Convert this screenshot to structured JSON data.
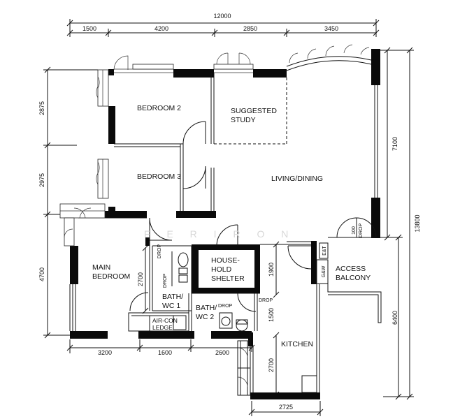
{
  "dimensions": {
    "total_width": "12000",
    "top": [
      "1500",
      "4200",
      "2850",
      "3450"
    ],
    "left": [
      "2875",
      "2975",
      "4700"
    ],
    "right_inner": "7100",
    "right_outer": "13800",
    "right_lower": "6400",
    "bottom": [
      "3200",
      "1600",
      "2600"
    ],
    "bottom_kitchen": "2725",
    "kitchen_height": "2700",
    "bath1_height": "2700",
    "shelter_height": "1900",
    "bath2_height": "1500"
  },
  "rooms": {
    "bedroom2": "BEDROOM  2",
    "study_line1": "SUGGESTED",
    "study_line2": "STUDY",
    "bedroom3": "BEDROOM  3",
    "living": "LIVING/DINING",
    "main_line1": "MAIN",
    "main_line2": "BEDROOM",
    "shelter_line1": "HOUSE-",
    "shelter_line2": "HOLD",
    "shelter_line3": "SHELTER",
    "bath1_line1": "BATH/",
    "bath1_line2": "WC  1",
    "bath2_line1": "BATH/",
    "bath2_line2": "WC  2",
    "aircon_line1": "AIR-CON",
    "aircon_line2": "LEDGE",
    "access_line1": "ACCESS",
    "access_line2": "BALCONY",
    "kitchen": "KITCHEN"
  },
  "labels": {
    "drop_shelter": "DROP",
    "drop_bath1": "DROP",
    "drop_bath2": "DROP",
    "drop_kitchen": "DROP",
    "drop_balcony": "DROP",
    "drop_balcony_num": "100",
    "et": "E&T",
    "gw": "G&W"
  },
  "watermark": "F E R I R O N"
}
